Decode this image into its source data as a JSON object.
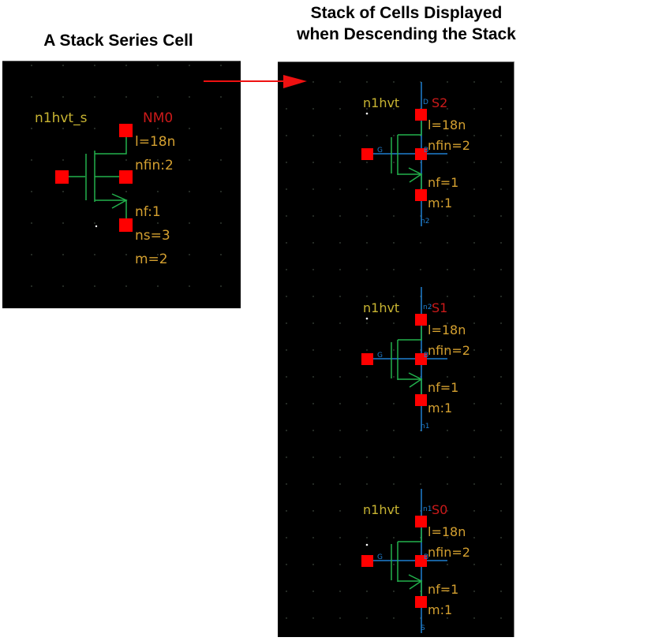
{
  "headings": {
    "left": "A Stack Series Cell",
    "right_line1": "Stack of Cells Displayed",
    "right_line2": "when Descending the Stack"
  },
  "colors": {
    "background": "#000000",
    "grid_dot": "#5a6a5a",
    "pin": "#ff0000",
    "wire": "#22b14c",
    "net": "#1f7fd0",
    "cell_name": "#c8b432",
    "param": "#d4a030",
    "instance_name": "#cc1a1a",
    "arrow": "#ee1111"
  },
  "series_cell": {
    "cell_name": "n1hvt_s",
    "instance_name": "NM0",
    "params": [
      "l=18n",
      "nfin:2",
      "nf:1",
      "ns=3",
      "m=2"
    ]
  },
  "stack_cells": [
    {
      "cell_name": "n1hvt",
      "instance_name": "S2",
      "params": [
        "l=18n",
        "nfin=2",
        "nf=1",
        "m:1"
      ],
      "top_net": "D",
      "bottom_net": "n2",
      "gate_label": "G",
      "bulk_label": "B"
    },
    {
      "cell_name": "n1hvt",
      "instance_name": "S1",
      "params": [
        "l=18n",
        "nfin=2",
        "nf=1",
        "m:1"
      ],
      "top_net": "n2",
      "bottom_net": "n1",
      "gate_label": "G",
      "bulk_label": "B"
    },
    {
      "cell_name": "n1hvt",
      "instance_name": "S0",
      "params": [
        "l=18n",
        "nfin=2",
        "nf=1",
        "m:1"
      ],
      "top_net": "n1",
      "bottom_net": "S",
      "gate_label": "G",
      "bulk_label": "B"
    }
  ]
}
